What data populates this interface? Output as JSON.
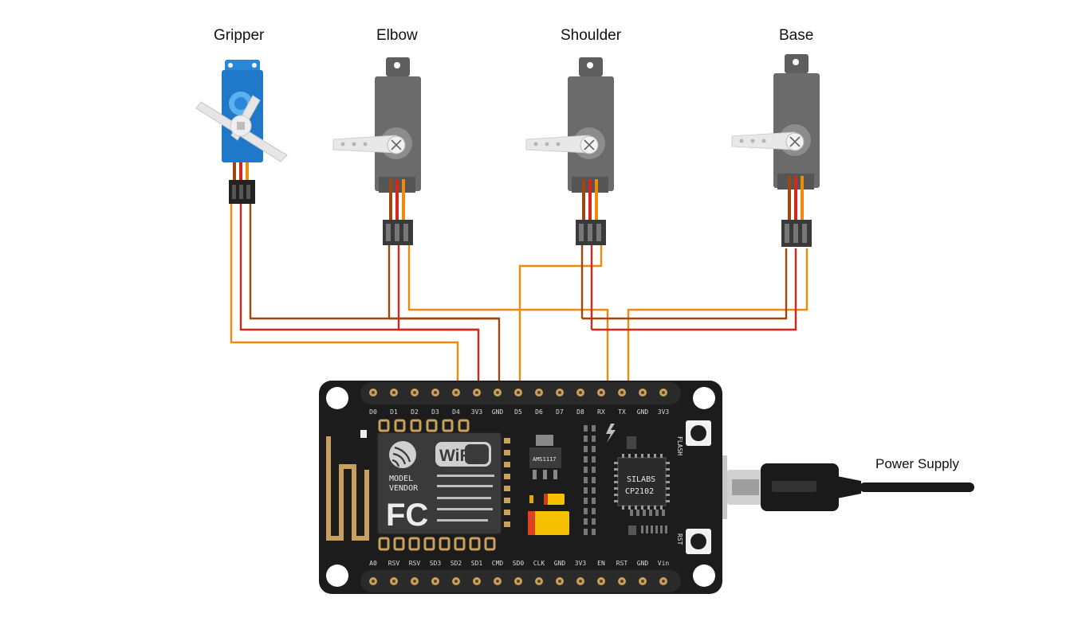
{
  "labels": {
    "gripper": "Gripper",
    "elbow": "Elbow",
    "shoulder": "Shoulder",
    "base": "Base",
    "power_supply": "Power Supply"
  },
  "board": {
    "wifi_badge": "WiFi",
    "fc_logo": "FC",
    "module_text": [
      "MODEL",
      "VENDOR"
    ],
    "chip_label": [
      "SILABS",
      "CP2102"
    ],
    "regulator_label": "AMS1117",
    "top_pin_labels": [
      "D0",
      "D1",
      "D2",
      "D3",
      "D4",
      "3V3",
      "GND",
      "D5",
      "D6",
      "D7",
      "D8",
      "RX",
      "TX",
      "GND",
      "3V3"
    ],
    "bottom_pin_labels": [
      "A0",
      "RSV",
      "RSV",
      "SD3",
      "SD2",
      "SD1",
      "CMD",
      "SD0",
      "CLK",
      "GND",
      "3V3",
      "EN",
      "RST",
      "GND",
      "Vin"
    ],
    "button_labels": [
      "FLASH",
      "RST"
    ]
  },
  "colors": {
    "wire_brown": "#a0460f",
    "wire_red": "#d7261e",
    "wire_orange": "#f08a0c",
    "board": "#1c1c1c",
    "pin_gold": "#c9a15c",
    "servo_blue": "#1f78c8",
    "servo_gray": "#6b6b6b"
  }
}
